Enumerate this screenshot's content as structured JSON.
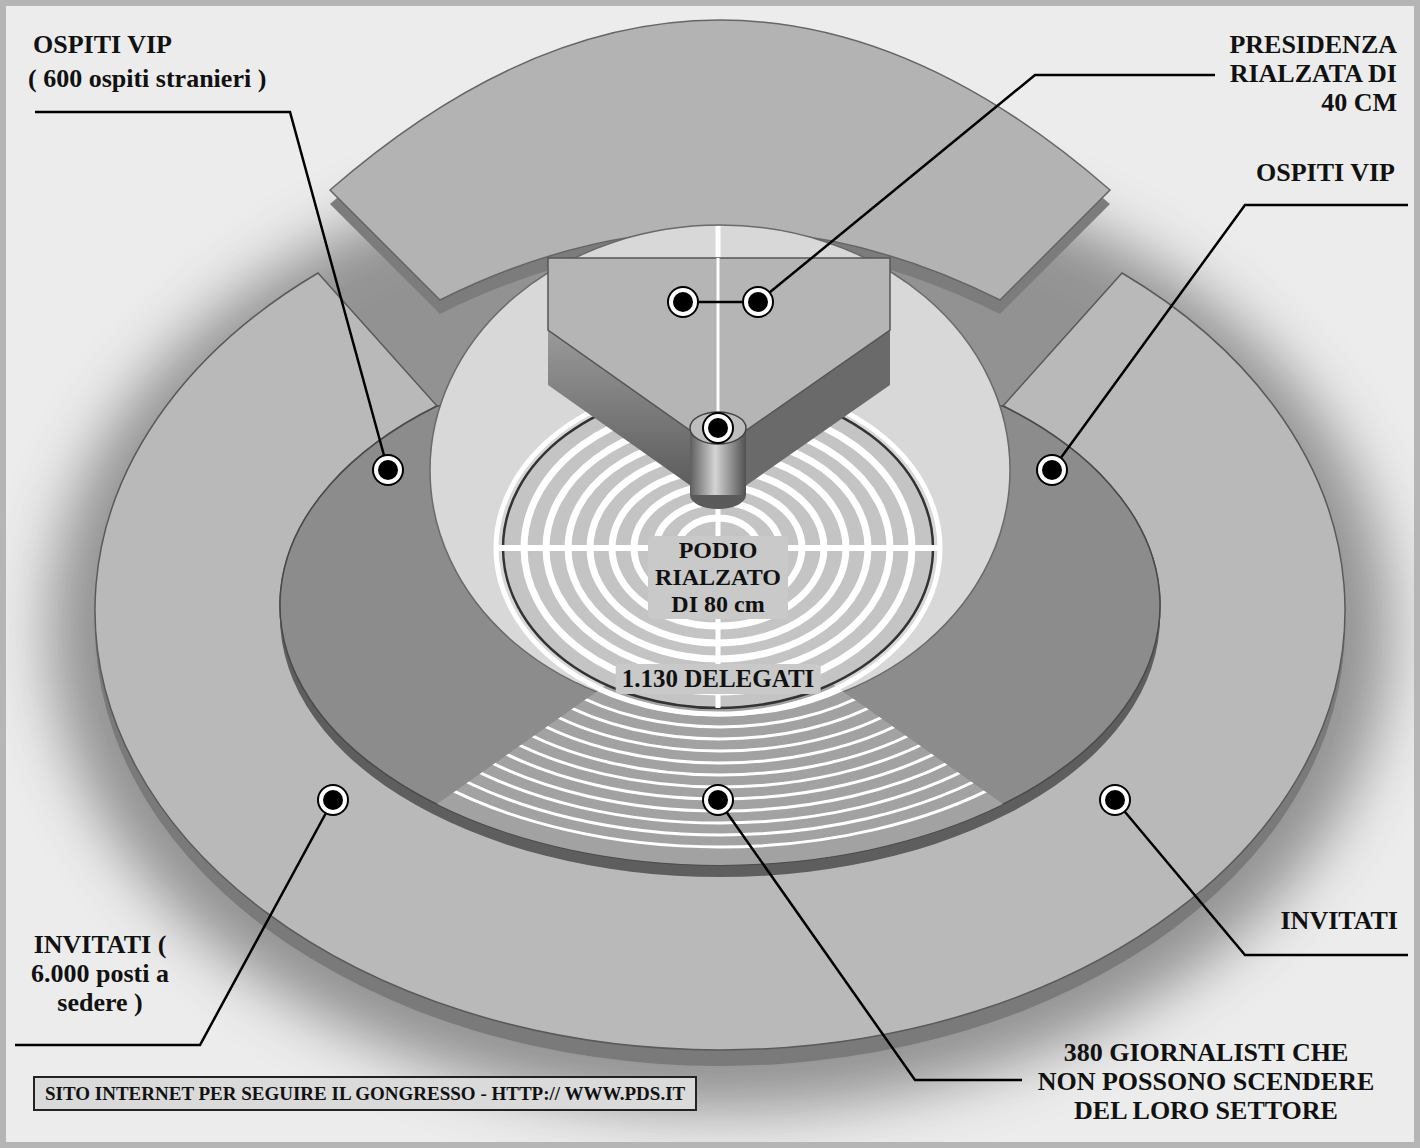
{
  "diagram": {
    "nodes": [
      {
        "text": [
          "SITO INTERNET PER SEGUIRE IL GONGRESSO - HTTP:// WWW.PDS.IT"
        ]
      }
    ],
    "labels": [
      "OSPITI VIP",
      "( 600 ospiti stranieri )",
      "PRESIDENZA RIALZATA DI 40 CM",
      "OSPITI VIP",
      "PODIO RIALZATO DI 80 cm",
      "1.130 DELEGATI",
      "INVITATI ( 6.000 posti a sedere )",
      "INVITATI",
      "380 GIORNALISTI CHE NON POSSONO SCENDERE DEL LORO SETTORE"
    ]
  }
}
